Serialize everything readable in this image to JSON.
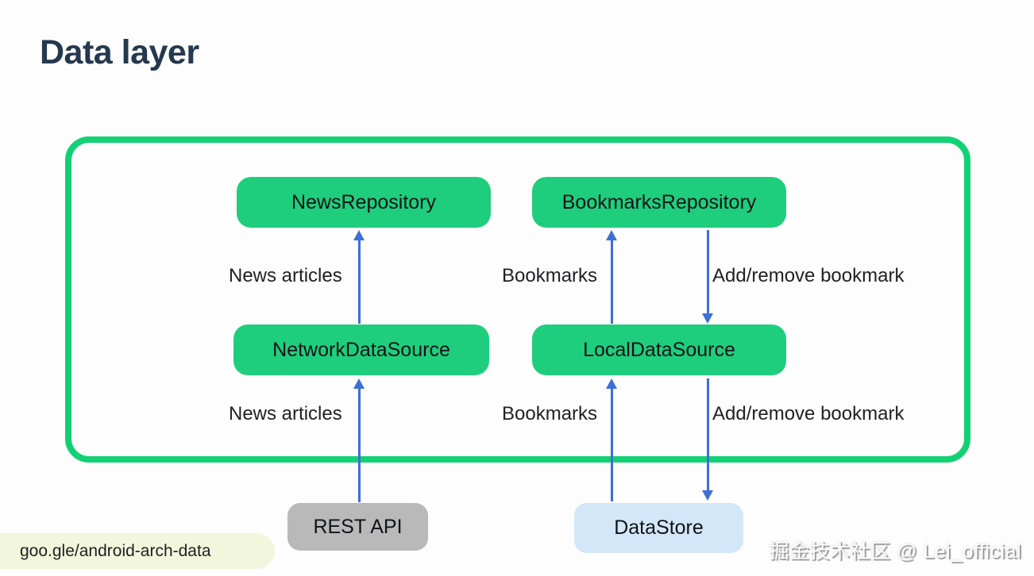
{
  "slide": {
    "title": "Data layer",
    "footer_link": "goo.gle/android-arch-data",
    "watermark": "掘金技术社区 @ Lei_official"
  },
  "nodes": {
    "news_repository": "NewsRepository",
    "bookmarks_repository": "BookmarksRepository",
    "network_data_source": "NetworkDataSource",
    "local_data_source": "LocalDataSource",
    "rest_api": "REST API",
    "data_store": "DataStore"
  },
  "edge_labels": {
    "row1": {
      "news_articles": "News articles",
      "bookmarks": "Bookmarks",
      "add_remove": "Add/remove bookmark"
    },
    "row2": {
      "news_articles": "News articles",
      "bookmarks": "Bookmarks",
      "add_remove": "Add/remove bookmark"
    }
  },
  "edges": [
    {
      "from": "NetworkDataSource",
      "to": "NewsRepository",
      "direction": "up",
      "label": "News articles"
    },
    {
      "from": "LocalDataSource",
      "to": "BookmarksRepository",
      "direction": "up",
      "label": "Bookmarks"
    },
    {
      "from": "BookmarksRepository",
      "to": "LocalDataSource",
      "direction": "down",
      "label": "Add/remove bookmark"
    },
    {
      "from": "REST API",
      "to": "NetworkDataSource",
      "direction": "up",
      "label": "News articles"
    },
    {
      "from": "DataStore",
      "to": "LocalDataSource",
      "direction": "up",
      "label": "Bookmarks"
    },
    {
      "from": "LocalDataSource",
      "to": "DataStore",
      "direction": "down",
      "label": "Add/remove bookmark"
    }
  ],
  "colors": {
    "panel_border_green": "#12d175",
    "node_green": "#1fce7d",
    "arrow_blue": "#3d6fd6",
    "rest_api_gray": "#b9b9b9",
    "data_store_blue": "#d3e7f8",
    "footer_pill_bg": "#f2f6dc",
    "title_navy": "#24384e",
    "label_text": "#202124"
  }
}
